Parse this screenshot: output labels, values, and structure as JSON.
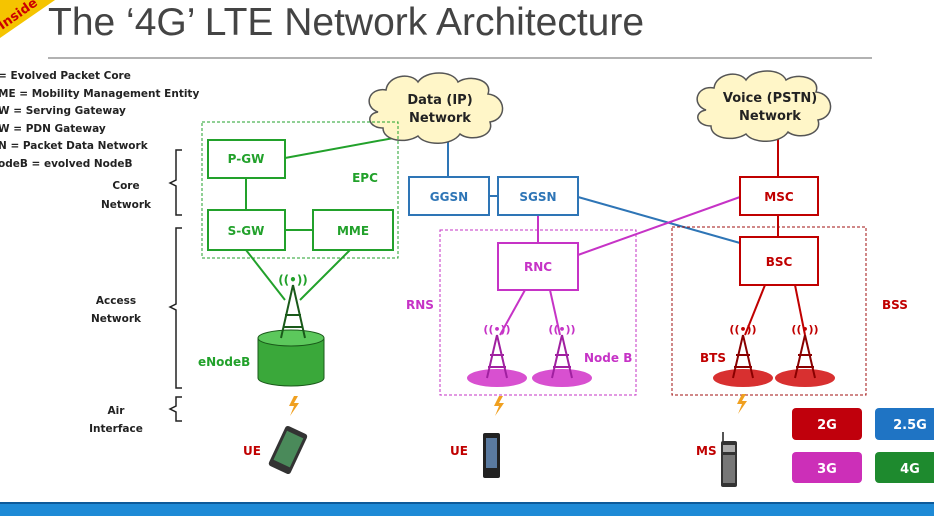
{
  "title": "The ‘4G’ LTE Network Architecture",
  "corner_badge": "Inside",
  "legend": [
    "= Evolved Packet Core",
    "ME = Mobility Management Entity",
    "W = Serving Gateway",
    "W = PDN Gateway",
    "N = Packet Data Network",
    "odeB = evolved NodeB"
  ],
  "layers": {
    "core": [
      "Core",
      "Network"
    ],
    "access": [
      "Access",
      "Network"
    ],
    "air": [
      "Air",
      "Interface"
    ]
  },
  "clouds": {
    "data": [
      "Data (IP)",
      "Network"
    ],
    "voice": [
      "Voice (PSTN)",
      "Network"
    ]
  },
  "nodes": {
    "pgw": "P-GW",
    "sgw": "S-GW",
    "mme": "MME",
    "epc": "EPC",
    "ggsn": "GGSN",
    "sgsn": "SGSN",
    "rnc": "RNC",
    "msc": "MSC",
    "bsc": "BSC",
    "enodeb": "eNodeB",
    "rns": "RNS",
    "nodeb": "Node B",
    "bts": "BTS",
    "bss": "BSS",
    "ue1": "UE",
    "ue2": "UE",
    "ms": "MS"
  },
  "generations": [
    {
      "label": "2G",
      "color": "#c0000c"
    },
    {
      "label": "2.5G",
      "color": "#1f74c4"
    },
    {
      "label": "3G",
      "color": "#cc2fb8"
    },
    {
      "label": "4G",
      "color": "#1e8a2e"
    }
  ],
  "colors": {
    "4G": "#22a12b",
    "2.5G": "#2e75b6",
    "3G": "#c633c6",
    "2G": "#c00000",
    "bar": "#1e8ad6"
  }
}
